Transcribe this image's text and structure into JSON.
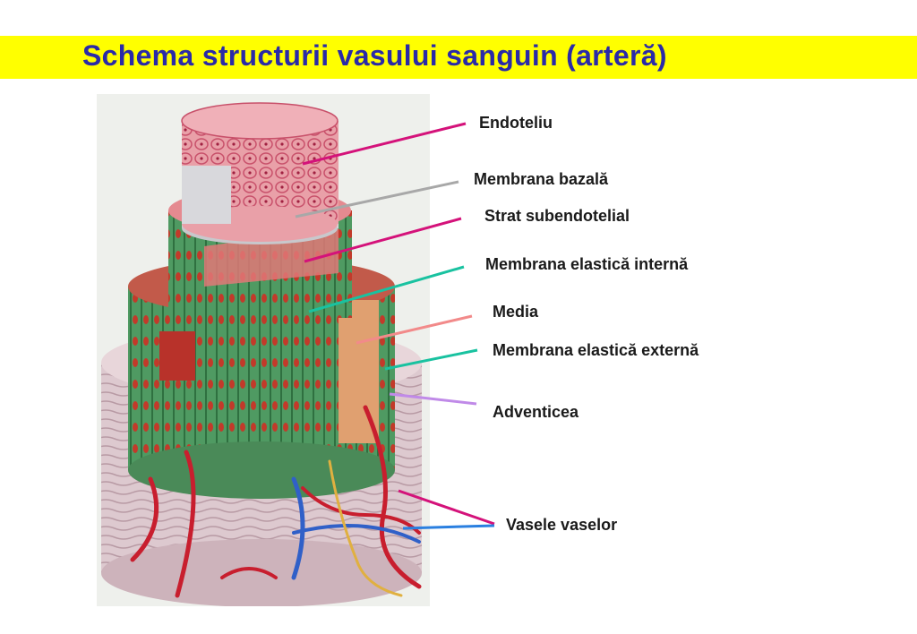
{
  "title": "Schema structurii vasului sanguin (arteră)",
  "labels": {
    "endoteliu": "Endoteliu",
    "membrana_bazala": "Membrana bazală",
    "strat_subendotelial": "Strat subendotelial",
    "membrana_elastica_interna": "Membrana elastică internă",
    "media": "Media",
    "membrana_elastica_externa": "Membrana elastică externă",
    "adventicea": "Adventicea",
    "vasele_vaselor": "Vasele vaselor"
  },
  "colors": {
    "title_bar": "#ffff00",
    "title_text": "#2a2aa8",
    "leader_endoteliu": "#d4127a",
    "leader_membrana_bazala": "#a8a8a8",
    "leader_subendotelial": "#d4127a",
    "leader_elastica_interna": "#19c2a0",
    "leader_media": "#f28a8a",
    "leader_elastica_externa": "#19c2a0",
    "leader_adventicea": "#c08ae8",
    "leader_vasele_artery": "#d4127a",
    "leader_vasele_vein": "#2a7fe0"
  }
}
